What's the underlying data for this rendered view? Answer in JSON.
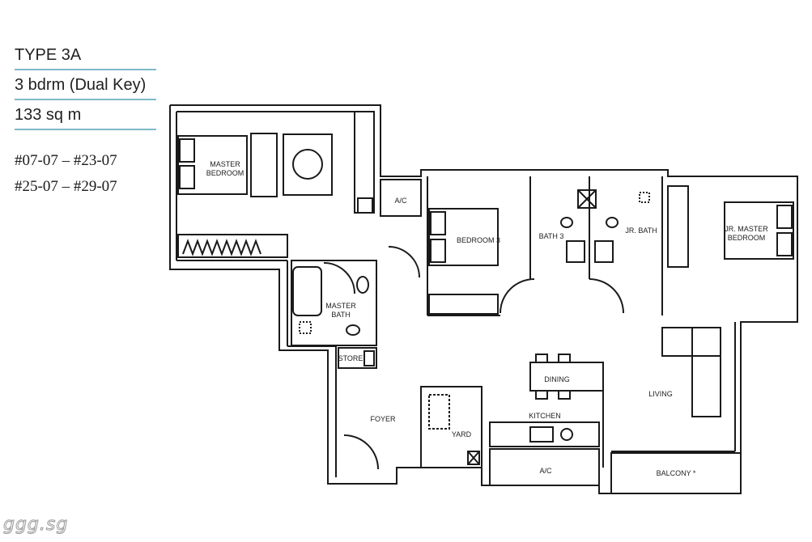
{
  "info": {
    "type": "TYPE 3A",
    "bedrooms": "3 bdrm (Dual Key)",
    "area": "133 sq m",
    "units": [
      "#07-07 – #23-07",
      "#25-07 – #29-07"
    ]
  },
  "rooms": {
    "master_bedroom": "MASTER\nBEDROOM",
    "ac_top": "A/C",
    "bedroom3": "BEDROOM 3",
    "bath3": "BATH 3",
    "jr_bath": "JR. BATH",
    "jr_master_bedroom": "JR. MASTER\nBEDROOM",
    "master_bath": "MASTER\nBATH",
    "store": "STORE",
    "dining": "DINING",
    "living": "LIVING",
    "kitchen": "KITCHEN",
    "foyer": "FOYER",
    "yard": "YARD",
    "ac_bottom": "A/C",
    "balcony": "BALCONY *"
  },
  "watermark": "ggg.sg",
  "colors": {
    "accent_line": "#7fb9c9",
    "wall": "#1a1a1a"
  }
}
